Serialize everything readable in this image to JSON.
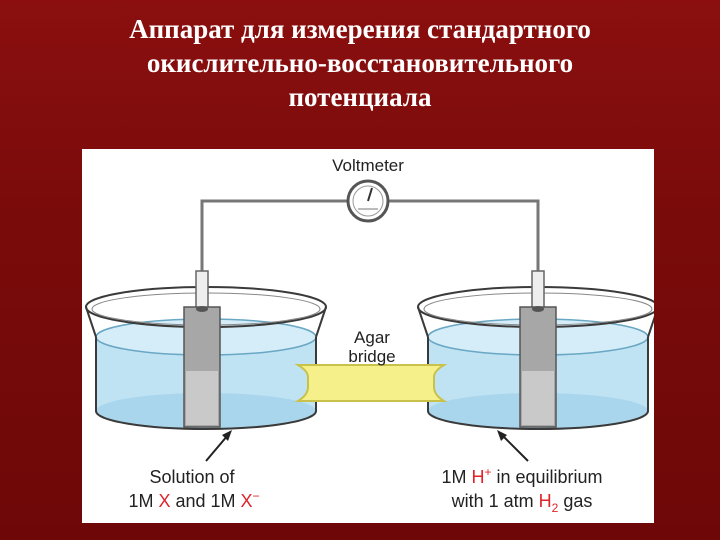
{
  "slide": {
    "title_lines": [
      "Аппарат для измерения стандартного",
      "окислительно-восстановительного",
      "потенциала"
    ]
  },
  "diagram": {
    "voltmeter_label": "Voltmeter",
    "bridge_label_1": "Agar",
    "bridge_label_2": "bridge",
    "left_caption_1": "Solution of",
    "left_caption_2_a": "1M ",
    "left_caption_2_x": "X",
    "left_caption_2_b": " and 1M ",
    "left_caption_2_xm": "X",
    "left_caption_2_sup": "−",
    "right_caption_1_a": "1M ",
    "right_caption_1_h": "H",
    "right_caption_1_sup": "+",
    "right_caption_1_b": " in equilibrium",
    "right_caption_2_a": "with 1 atm ",
    "right_caption_2_h": "H",
    "right_caption_2_sub": "2",
    "right_caption_2_b": " gas",
    "colors": {
      "background": "#7a0c0c",
      "solution": "#bfe3f3",
      "solution_edge": "#5fb6de",
      "bridge": "#f5f08a",
      "electrode": "#a7a7a7",
      "highlight": "#e0232a"
    }
  }
}
